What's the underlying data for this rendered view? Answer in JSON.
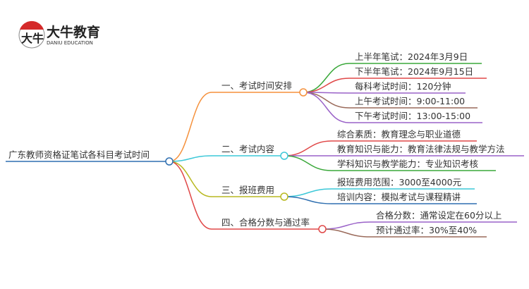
{
  "logo": {
    "cn": "大牛教育",
    "en": "DANIU EDUCATION",
    "mark": "大牛"
  },
  "root": {
    "label": "广东教师资格证笔试各科目考试时间",
    "color": "#2f6fb0"
  },
  "branches": [
    {
      "label": "一、考试时间安排",
      "color": "#f5913c",
      "leaves": [
        {
          "label": "上半年笔试：2024年3月9日",
          "color": "#3aa83a"
        },
        {
          "label": "下半年笔试：2024年9月15日",
          "color": "#e04848"
        },
        {
          "label": "每科考试时间：120分钟",
          "color": "#9a62c8"
        },
        {
          "label": "上午考试时间：9:00-11:00",
          "color": "#9a6a5a"
        },
        {
          "label": "下午考试时间：13:00-15:00",
          "color": "#9a62c8"
        }
      ]
    },
    {
      "label": "二、考试内容",
      "color": "#3cc8d8",
      "leaves": [
        {
          "label": "综合素质：教育理念与职业道德",
          "color": "#e04848"
        },
        {
          "label": "教育知识与能力：教育法律法规与教学方法",
          "color": "#9a62c8"
        },
        {
          "label": "学科知识与教学能力：专业知识考核",
          "color": "#3aa83a"
        }
      ]
    },
    {
      "label": "三、报班费用",
      "color": "#b8b820",
      "leaves": [
        {
          "label": "报班费用范围：3000至4000元",
          "color": "#3cc8d8"
        },
        {
          "label": "培训内容：模拟考试与课程精讲",
          "color": "#2f6fb0"
        }
      ]
    },
    {
      "label": "四、合格分数与通过率",
      "color": "#e04848",
      "leaves": [
        {
          "label": "合格分数：通常设定在60分以上",
          "color": "#9a62c8"
        },
        {
          "label": "预计通过率：30%至40%",
          "color": "#9a6a5a"
        }
      ]
    }
  ]
}
